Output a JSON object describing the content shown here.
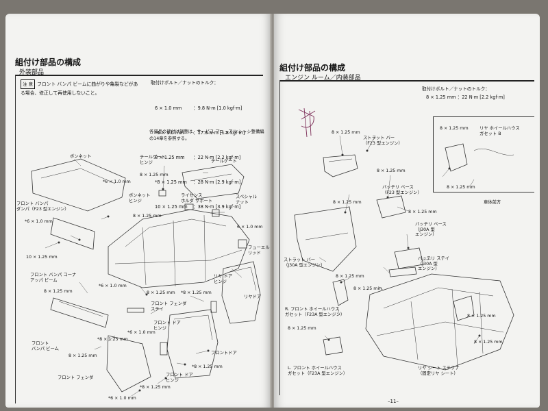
{
  "left_page": {
    "title": "組付け部品の構成",
    "section": "外装部品",
    "note": {
      "badge": "注 意",
      "text": "フロント バンパ ビームに曲がりや亀裂などがある場合、修正して再使用しないこと。"
    },
    "torque_heading": "取付けボルト／ナットのトルク：",
    "torque_rows": [
      {
        "size": "6 × 1.0 mm",
        "value": "：9.8 N·m [1.0 kgf·m]"
      },
      {
        "size": "*6 × 1.0 mm",
        "value": "：17.6 N·m [1.8 kgf·m]"
      },
      {
        "size": "8 × 1.25 mm",
        "value": "：22 N·m [2.2 kgf·m]"
      },
      {
        "size": "*8 × 1.25 mm",
        "value": "：28 N·m [2.9 kgf·m]"
      },
      {
        "size": "10 × 1.25 mm",
        "value": "：38 N·m [3.9 kgf·m]"
      }
    ],
    "adjust_note": "各部品の建付け調整は、サービス マニュアル シャシ整備編の14章を参照する。",
    "labels": {
      "bonnet": "ボンネット",
      "tailgate_hinge": "テールゲート\nヒンジ",
      "tailgate": "テールゲート",
      "bolt_a": "8 × 1.25 mm",
      "bolt_b": "*6 × 1.0 mm",
      "bonnet_hinge": "ボンネット\nヒンジ",
      "license_holder": "ライセンス\nホルダ サポート",
      "special_nut": "スペシャル\nナット",
      "damper": "フロント バンパ\nダンパ（F23 型エンジン）",
      "bolt_c": "*6 × 1.0 mm",
      "bolt_d": "8 × 1.25 mm",
      "bolt_e": "6 × 1.0 mm",
      "fuel_lid": "フューエル\nリッド",
      "bolt_f": "10 × 1.25 mm",
      "bumper_corner": "フロント バンパ コーナ\nアッパ ビーム",
      "bolt_g": "*6 × 1.0 mm",
      "bolt_h": "8 × 1.25 mm",
      "rear_door_hinge": "リヤ ドア\nヒンジ",
      "bolt_i": "8 × 1.25 mm",
      "bolt_j": "*8 × 1.25 mm",
      "rear_door": "リヤドア",
      "fender_stay": "フロント フェンダ\nステイ",
      "front_door_hinge_a": "フロント ドア\nヒンジ",
      "bolt_k": "*6 × 1.0 mm",
      "bumper_beam": "フロント\nバンパ ビーム",
      "bolt_l": "*8 × 1.25 mm",
      "bolt_m": "8 × 1.25 mm",
      "front_door": "フロントドア",
      "bolt_n": "*8 × 1.25 mm",
      "front_fender": "フロント フェンダ",
      "front_door_hinge_b": "フロント ドア\nヒンジ",
      "bolt_o": "*8 × 1.25 mm",
      "bolt_p": "*6 × 1.0 mm"
    }
  },
  "right_page": {
    "title": "組付け部品の構成",
    "section": "エンジン ルーム／内装部品",
    "torque_heading": "取付けボルト／ナットのトルク：",
    "torque_row": "8 × 1.25 mm ：22 N·m [2.2 kgf·m]",
    "labels": {
      "bolt_a": "8 × 1.25 mm",
      "bolt_b": "8 × 1.25 mm",
      "rear_wheelhouse_gusset": "リヤ ホイールハウス\nガセット B",
      "strut_bar_f23": "ストラット バー\n（F23 型エンジン）",
      "bolt_c": "8 × 1.25 mm",
      "battery_base_f23": "バッテリ ベース\n（F23 型エンジン）",
      "bolt_d": "8 × 1.25 mm",
      "bolt_e": "8 × 1.25 mm",
      "bolt_f": "8 × 1.25 mm",
      "body_rear": "車体前方",
      "battery_base_j30": "バッテリ ベース\n（J30A 型\nエンジン）",
      "strut_bar_j30": "ストラット バー\n（J30A 型エンジン）",
      "battery_stay_j30": "バッテリ ステイ\n（J30A 型\nエンジン）",
      "bolt_g": "8 × 1.25 mm",
      "bolt_h": "8 × 1.25 mm",
      "r_wheelhouse_gusset": "R. フロント ホイールハウス\nガセット（F23A 型エンジン）",
      "bolt_i": "8 × 1.25 mm",
      "bolt_j": "8 × 1.25 mm",
      "bolt_k": "8 × 1.25 mm",
      "l_wheelhouse_gusset": "L. フロント ホイールハウス\nガセット（F23A 型エンジン）",
      "rear_seat_stiffener": "リヤ シート ステフナ\n（固定リヤ シート）"
    },
    "page_number": "–11–"
  }
}
